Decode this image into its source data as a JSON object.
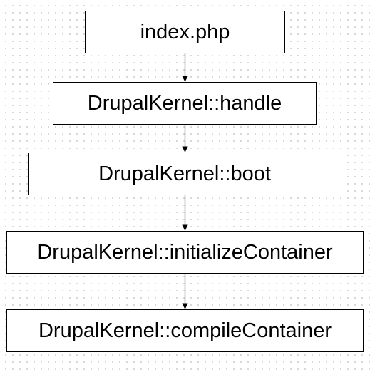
{
  "diagram": {
    "nodes": [
      {
        "id": "n1",
        "label": "index.php"
      },
      {
        "id": "n2",
        "label": "DrupalKernel::handle"
      },
      {
        "id": "n3",
        "label": "DrupalKernel::boot"
      },
      {
        "id": "n4",
        "label": "DrupalKernel::initializeContainer"
      },
      {
        "id": "n5",
        "label": "DrupalKernel::compileContainer"
      }
    ],
    "edges": [
      {
        "from": "n1",
        "to": "n2"
      },
      {
        "from": "n2",
        "to": "n3"
      },
      {
        "from": "n3",
        "to": "n4"
      },
      {
        "from": "n4",
        "to": "n5"
      }
    ]
  }
}
